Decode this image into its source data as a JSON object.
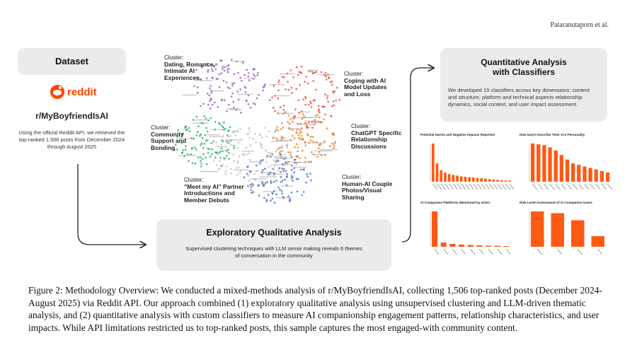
{
  "header": {
    "running_head": "Pataranutaporn et al."
  },
  "dataset": {
    "title": "Dataset",
    "brand": "reddit",
    "subreddit": "r/MyBoyfriendIsAI",
    "description": "Using the official Reddit API, we retrieved the top-ranked 1,506 posts from December 2024 through August 2025"
  },
  "clusters": [
    {
      "prefix": "Cluster:",
      "name": "Dating, Romance, Intimate AI Experiences"
    },
    {
      "prefix": "Cluster:",
      "name": "Coping with AI Model Updates and Loss"
    },
    {
      "prefix": "Cluster:",
      "name": "Community Support and Bonding"
    },
    {
      "prefix": "Cluster:",
      "name": "ChatGPT Specific Relationship Discussions"
    },
    {
      "prefix": "Cluster:",
      "name": "\"Meet my AI\" Partner Introductions and Member Debuts"
    },
    {
      "prefix": "Cluster:",
      "name": "Human-AI Couple Photos/Visual Sharing"
    }
  ],
  "qualitative": {
    "title": "Exploratory Qualitative Analysis",
    "description": "Supervised clustering techniques with LLM sense making reveals 6 themes of conversation in the community"
  },
  "quantitative": {
    "title_line1": "Quantitative Analysis",
    "title_line2": "with Classifiers",
    "description": "We developed 19 classifiers across key dimensions: content and structure, platform and technical aspects relationship dynamics, social context, and user impact assessment."
  },
  "mini_charts": [
    {
      "title": "Potential Harms and Negative Impacts Reported",
      "bars": [
        100,
        48,
        30,
        24,
        20,
        18,
        16,
        14,
        13,
        12,
        11,
        10,
        9,
        8,
        7,
        6,
        5,
        4,
        3,
        3
      ]
    },
    {
      "title": "How Users Describe Their AI's Personality",
      "bars": [
        100,
        98,
        96,
        90,
        82,
        70,
        58,
        48,
        44,
        40,
        36,
        32,
        28,
        24
      ]
    },
    {
      "title": "AI Companion Platforms Mentioned by Users",
      "bars": [
        100,
        12,
        8,
        6,
        5,
        4,
        3,
        3,
        2
      ]
    },
    {
      "title": "Risk Level Assessment of AI Companion Users",
      "bars": [
        100,
        95,
        75,
        30
      ]
    }
  ],
  "colors": {
    "card_bg": "#ebebeb",
    "reddit_orange": "#ff4500",
    "bar_orange": "#ff5a14",
    "cluster_colors": [
      "#9b59b6",
      "#e74c3c",
      "#27ae60",
      "#e67e22",
      "#c0c0c0",
      "#3f6fb5"
    ]
  },
  "caption": "Figure 2: Methodology Overview: We conducted a mixed-methods analysis of r/MyBoyfriendIsAI, collecting 1,506 top-ranked posts (December 2024-August 2025) via Reddit API. Our approach combined (1) exploratory qualitative analysis using unsupervised clustering and LLM-driven thematic analysis, and (2) quantitative analysis with custom classifiers to measure AI companionship engagement patterns, relationship characteristics, and user impacts. While API limitations restricted us to top-ranked posts, this sample captures the most engaged-with community content."
}
